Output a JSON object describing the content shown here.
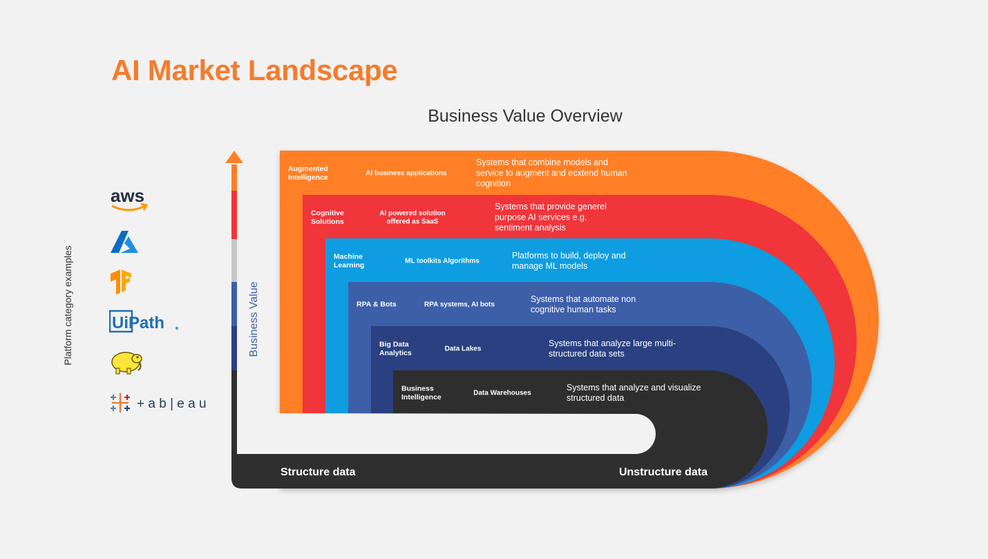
{
  "title": "AI Market Landscape",
  "subtitle": "Business Value Overview",
  "side_label": "Platform category examples",
  "axis_label": "Business Value",
  "base": {
    "left_label": "Structure data",
    "right_label": "Unstructure data"
  },
  "logos": [
    {
      "icon": "aws-logo-icon",
      "text": "aws"
    },
    {
      "icon": "azure-logo-icon",
      "text": ""
    },
    {
      "icon": "tensorflow-logo-icon",
      "text": ""
    },
    {
      "icon": "uipath-logo-icon",
      "text": "UiPath"
    },
    {
      "icon": "hadoop-logo-icon",
      "text": ""
    },
    {
      "icon": "tableau-logo-icon",
      "text": "+ a b | e a u"
    }
  ],
  "layers": [
    {
      "name": [
        "Augmented",
        "Intelligence"
      ],
      "example": [
        "AI business applications"
      ],
      "description": [
        "Systems that combine models and",
        "service to augment and ecxtend human",
        "cognition"
      ],
      "color": "#ff7f27"
    },
    {
      "name": [
        "Cognitive",
        "Solutions"
      ],
      "example": [
        "AI powered solution",
        "offered as SaaS"
      ],
      "description": [
        "Systems that provide generel",
        "purpose AI services e.g.",
        "sentiment analysis"
      ],
      "color": "#f0353a"
    },
    {
      "name": [
        "Machine",
        "Learning"
      ],
      "example": [
        "ML toolkits Algorithms"
      ],
      "description": [
        "Platforms to build, deploy and",
        "manage ML models"
      ],
      "color": "#0a9de0"
    },
    {
      "name": [
        "RPA & Bots"
      ],
      "example": [
        "RPA systems, AI bots"
      ],
      "description": [
        "Systems that automate non",
        "cognitive human tasks"
      ],
      "color": "#3d5fa8"
    },
    {
      "name": [
        "Big Data",
        "Analytics"
      ],
      "example": [
        "Data Lakes"
      ],
      "description": [
        "Systems that analyze large multi-",
        "structured data sets"
      ],
      "color": "#2a4180"
    },
    {
      "name": [
        "Business",
        "Intelligence"
      ],
      "example": [
        "Data Warehouses"
      ],
      "description": [
        "Systems that analyze and visualize",
        "structured data"
      ],
      "color": "#2f2f2f"
    }
  ],
  "colors": {
    "title": "#f47c2c",
    "base": "#2f2f2f",
    "arrow": "#ff7f27",
    "axis_mid": "#c8c8c8"
  }
}
